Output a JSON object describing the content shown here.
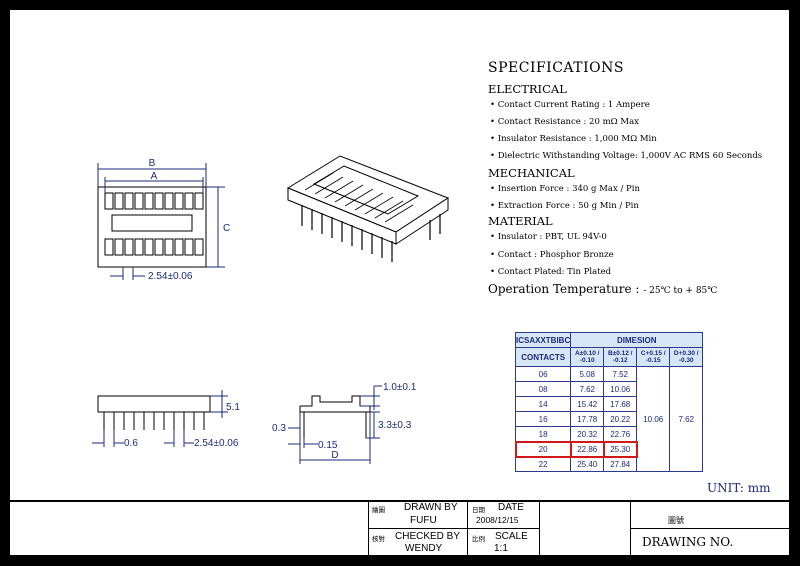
{
  "specs": {
    "title": "SPECIFICATIONS",
    "electrical_heading": "ELECTRICAL",
    "electrical": [
      "• Contact Current Rating : 1 Ampere",
      "• Contact Resistance : 20 mΩ Max",
      "• Insulator Resistance : 1,000 MΩ Min",
      "• Dielectric Withstanding Voltage: 1,000V AC RMS 60 Seconds"
    ],
    "mechanical_heading": "MECHANICAL",
    "mechanical": [
      "• Insertion Force : 340 g Max / Pin",
      "• Extraction Force : 50 g Min / Pin"
    ],
    "material_heading": "MATERIAL",
    "material": [
      "• Insulator : PBT, UL 94V-0",
      "• Contact : Phosphor Bronze",
      "• Contact Plated: Tin Plated"
    ],
    "op_temp_label": "Operation Temperature :",
    "op_temp_value": "- 25℃ to + 85℃"
  },
  "table": {
    "part": "ICSAXXTBIBC",
    "dimension": "DIMESION",
    "contacts": "CONTACTS",
    "col_a": "A±0.10 / -0.10",
    "col_b": "B±0.12 / -0.12",
    "col_c": "C+0.15 / -0.15",
    "col_d": "D+0.30 / -0.30",
    "rows": [
      {
        "contacts": "06",
        "a": "5.08",
        "b": "7.52"
      },
      {
        "contacts": "08",
        "a": "7.62",
        "b": "10.06"
      },
      {
        "contacts": "14",
        "a": "15.42",
        "b": "17.68"
      },
      {
        "contacts": "16",
        "a": "17.78",
        "b": "20.22"
      },
      {
        "contacts": "18",
        "a": "20.32",
        "b": "22.76"
      },
      {
        "contacts": "20",
        "a": "22.86",
        "b": "25.30"
      },
      {
        "contacts": "22",
        "a": "25.40",
        "b": "27.84"
      }
    ],
    "c_value": "10.06",
    "d_value": "7.62",
    "highlight_row": "20"
  },
  "unit": "UNIT: mm",
  "dims": {
    "b": "B",
    "a": "A",
    "c": "C",
    "pitch1": "2.54±0.06",
    "height": "5.1",
    "pin_w": "0.6",
    "pitch2": "2.54±0.06",
    "t1": "1.0±0.1",
    "t2": "0.3",
    "t3": "3.3±0.3",
    "t4": "0.15",
    "d": "D"
  },
  "title_block": {
    "drawn_cn": "繪圖",
    "drawn_label": "DRAWN BY",
    "drawn_value": "FUFU",
    "date_cn": "日期",
    "date_label": "DATE",
    "date_value": "2008/12/15",
    "checked_cn": "核對",
    "checked_label": "CHECKED BY",
    "checked_value": "WENDY",
    "scale_cn": "比例",
    "scale_label": "SCALE",
    "scale_value": "1:1",
    "drawing_no_cn": "圖號",
    "drawing_no_label": "DRAWING NO."
  }
}
